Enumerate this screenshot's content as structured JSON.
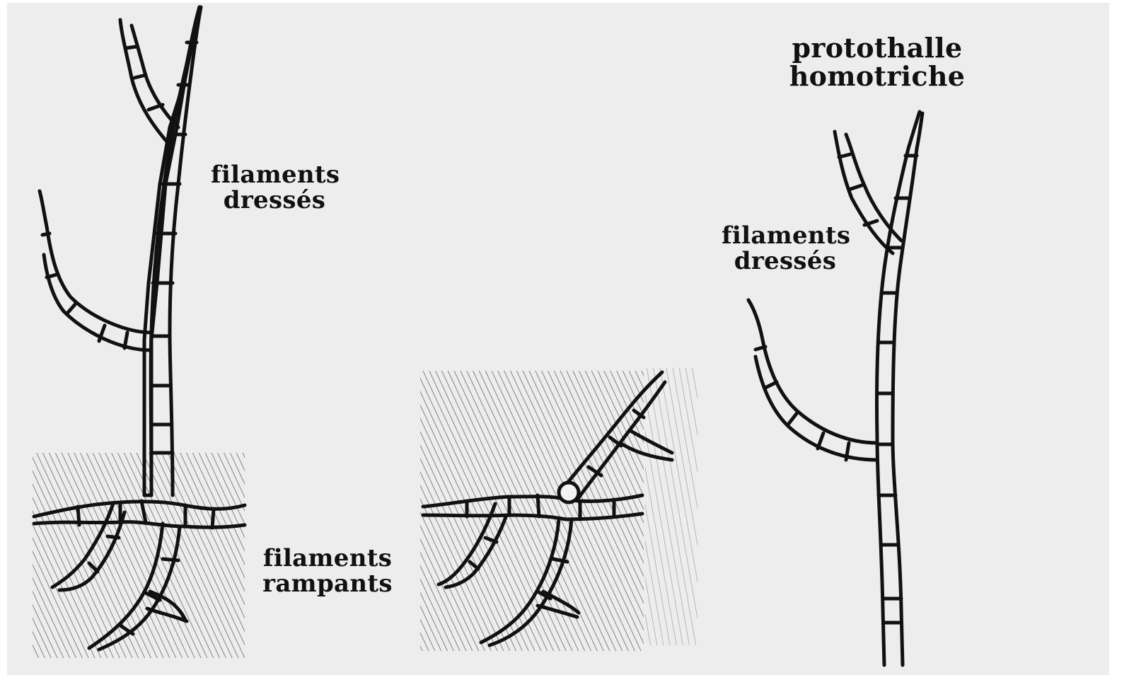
{
  "title": "protothalle homotriche",
  "labels": {
    "left_upper": [
      "filaments",
      "dressés"
    ],
    "right_upper": [
      "filaments",
      "dressés"
    ],
    "left_lower": [
      "filaments",
      "rampants"
    ]
  },
  "colors": {
    "background": "#ededed",
    "ink": "#111111",
    "cell_fill": "#f2f2f2",
    "substrate_stroke": "#3a3a3a"
  }
}
